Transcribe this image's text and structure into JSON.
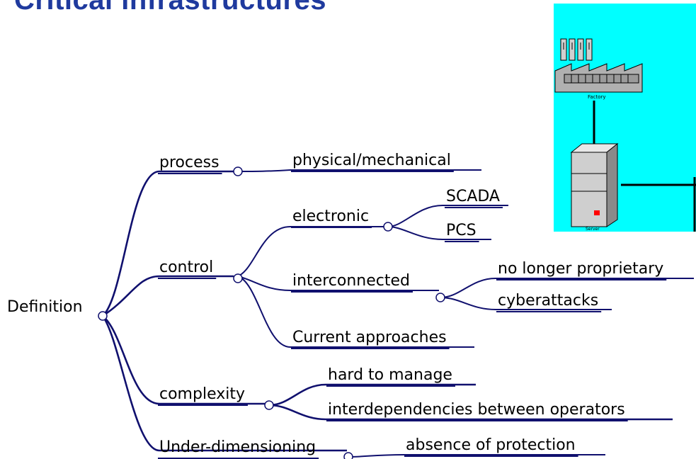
{
  "title": "Critical infrastructures",
  "mindmap": {
    "root": "Definition",
    "process": {
      "label": "process",
      "children": [
        "physical/mechanical"
      ]
    },
    "control": {
      "label": "control",
      "electronic": {
        "label": "electronic",
        "children": [
          "SCADA",
          "PCS"
        ]
      },
      "interconnected": {
        "label": "interconnected",
        "children": [
          "no longer proprietary",
          "cyberattacks"
        ]
      },
      "current": "Current approaches"
    },
    "complexity": {
      "label": "complexity",
      "children": [
        "hard to manage",
        "interdependencies between operators"
      ]
    },
    "under": {
      "label": "Under-dimensioning",
      "children": [
        "absence of protection"
      ]
    }
  },
  "illustration": {
    "factory_label": "Factory",
    "server_label": "Server",
    "background_color": "#00ffff",
    "icons": [
      "factory-icon",
      "server-icon"
    ]
  }
}
